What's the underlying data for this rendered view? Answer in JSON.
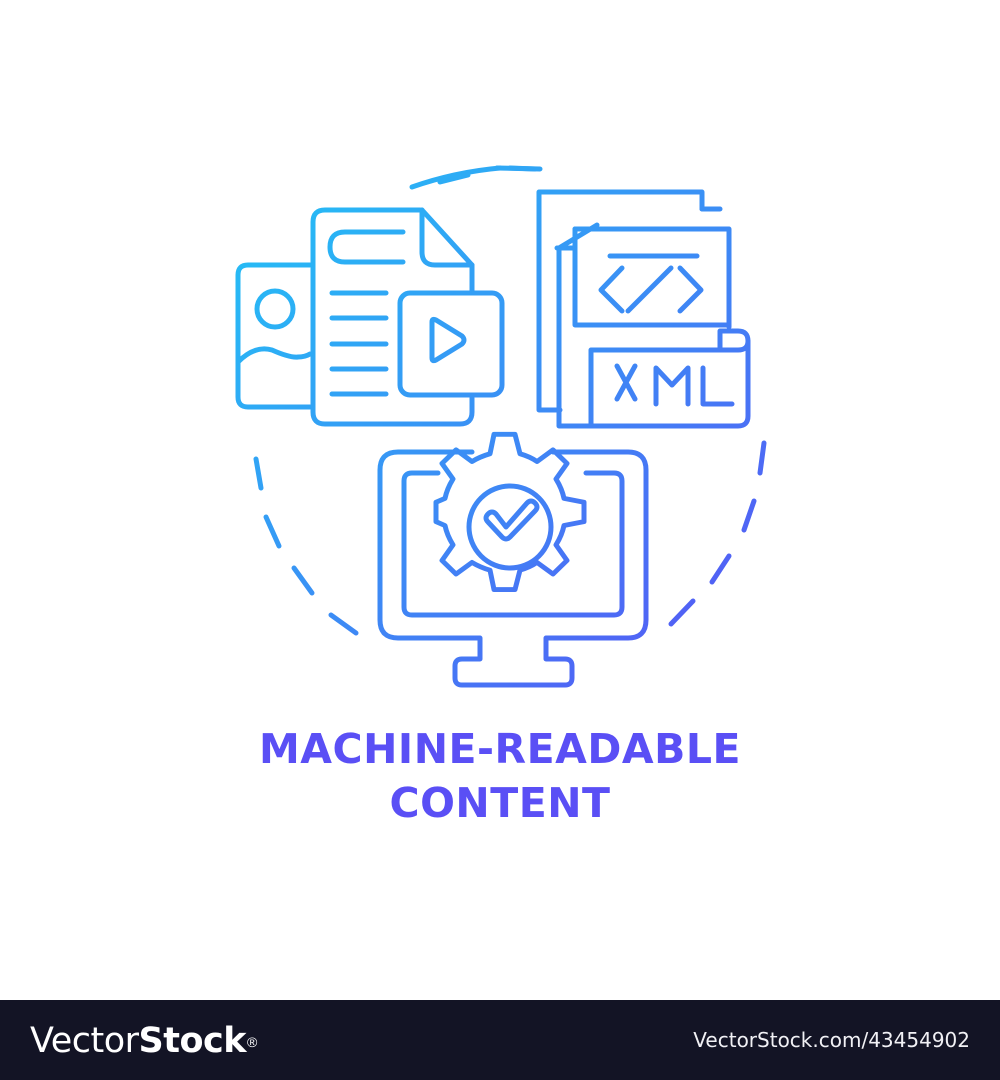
{
  "illustration": {
    "title_line_1": "MACHINE-READABLE",
    "title_line_2": "CONTENT",
    "title_color": "#5a4ff5",
    "gradient": {
      "start": "#22c4f5",
      "mid": "#3b8ef5",
      "end": "#5a4ff5"
    },
    "icons": [
      "image-file-icon",
      "document-icon",
      "video-play-icon",
      "code-file-icon",
      "xml-file-icon",
      "monitor-icon",
      "gear-checkmark-icon",
      "dashed-circle-frame"
    ],
    "xml_label": "XML",
    "code_glyph": "</>"
  },
  "footer": {
    "brand_light": "Vector",
    "brand_bold": "Stock",
    "brand_reg": "®",
    "stock_id": "VectorStock.com/43454902",
    "background": "#131425"
  }
}
